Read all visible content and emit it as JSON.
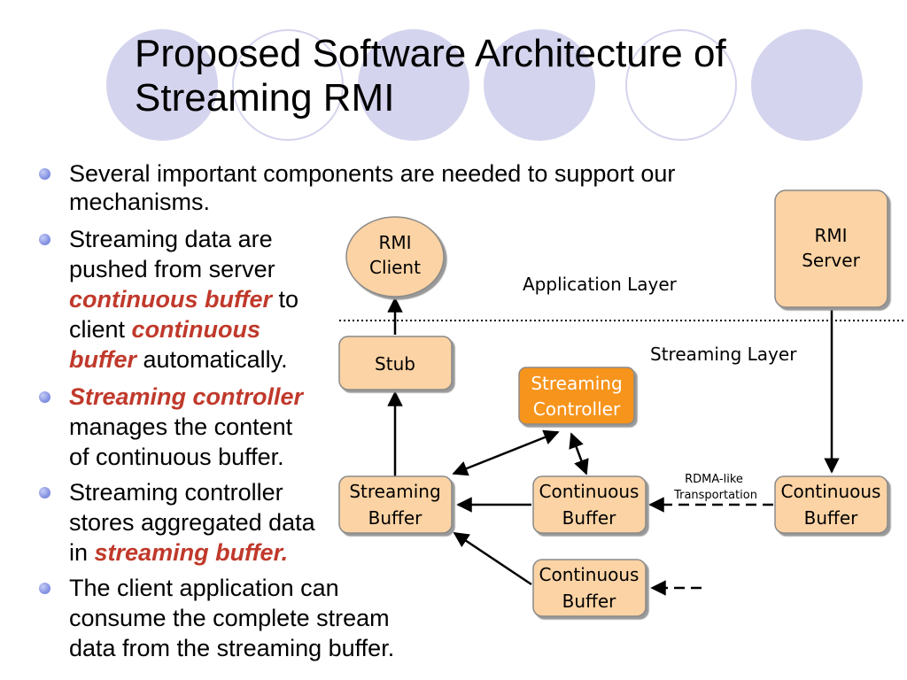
{
  "title": [
    "Proposed Software Architecture of",
    "Streaming RMI"
  ],
  "bullets": {
    "b1": {
      "l1": "Several important components are needed to support our",
      "l2": "mechanisms."
    },
    "b2": {
      "l1": "Streaming data are",
      "l2": "pushed from server",
      "l3a": "continuous buffer",
      "l3b": " to",
      "l4a": "client ",
      "l4b": "continuous",
      "l5a": "buffer",
      "l5b": " automatically."
    },
    "b3": {
      "l1": "Streaming controller",
      "l2": "manages the content",
      "l3": "of continuous buffer."
    },
    "b4": {
      "l1": "Streaming controller",
      "l2": "stores aggregated data",
      "l3a": "in ",
      "l3b": "streaming buffer."
    },
    "b5": {
      "l1": "The client application can",
      "l2": "consume the complete stream",
      "l3": "data from the streaming buffer."
    }
  },
  "diagram": {
    "rmi_client": [
      "RMI",
      "Client"
    ],
    "rmi_server": [
      "RMI",
      "Server"
    ],
    "stub": "Stub",
    "streaming_controller": [
      "Streaming",
      "Controller"
    ],
    "streaming_buffer": [
      "Streaming",
      "Buffer"
    ],
    "continuous_buffer_mid": [
      "Continuous",
      "Buffer"
    ],
    "continuous_buffer_right": [
      "Continuous",
      "Buffer"
    ],
    "continuous_buffer_bottom": [
      "Continuous",
      "Buffer"
    ],
    "application_layer": "Application Layer",
    "streaming_layer": "Streaming Layer",
    "rdma_label": [
      "RDMA-like",
      "Transportation"
    ]
  },
  "colors": {
    "box_fill": "#fcd3a4",
    "controller_fill": "#f7941d",
    "decor_circle": "#d4d4ee",
    "emphasis": "#c0392b"
  }
}
